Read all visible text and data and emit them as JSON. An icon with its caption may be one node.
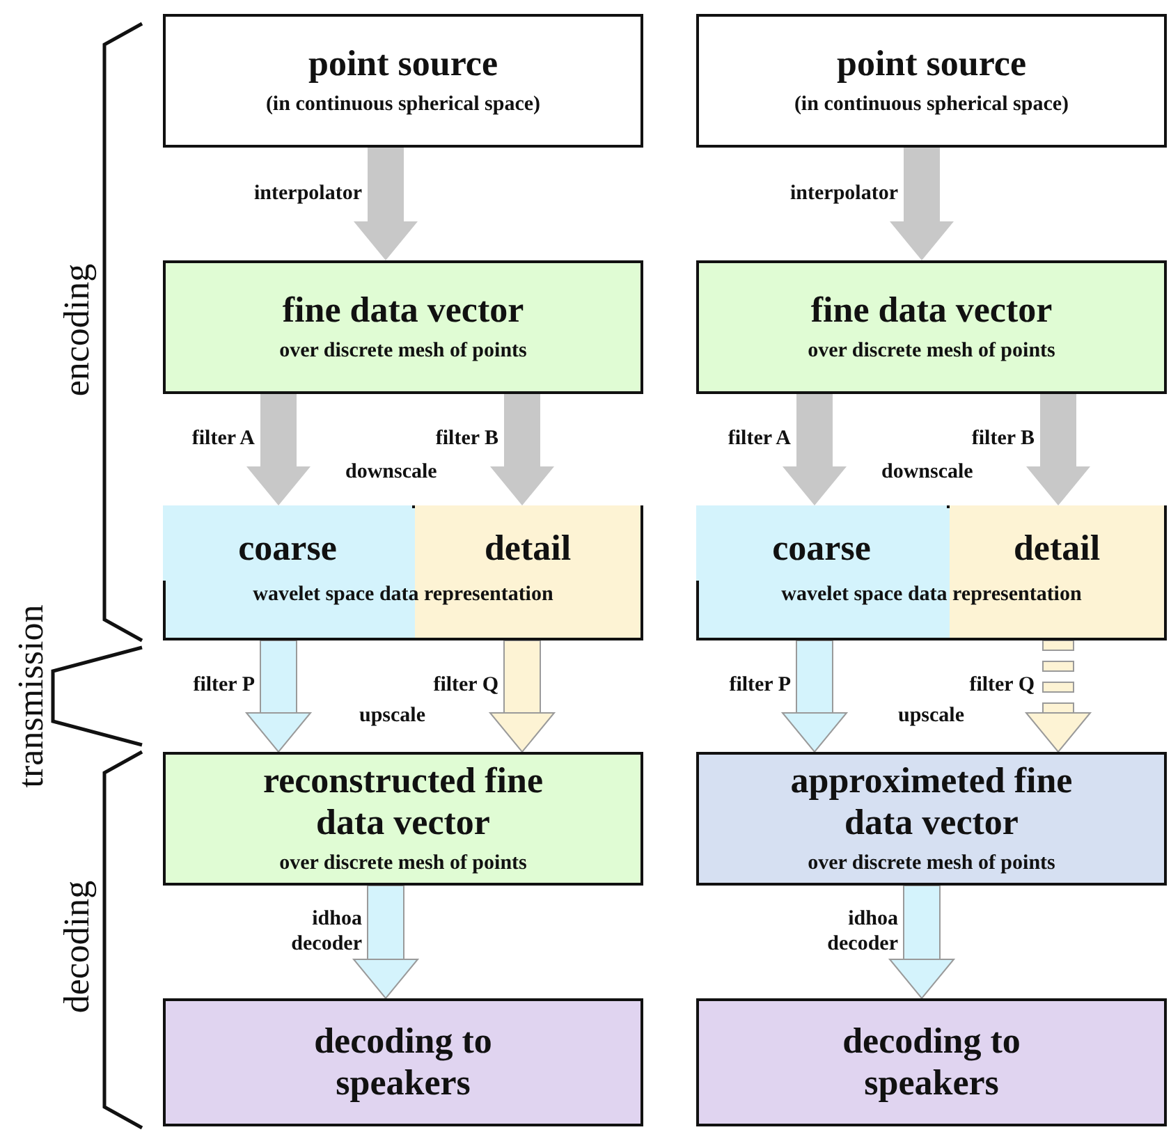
{
  "diagram": {
    "nodes": [
      {
        "text": [
          "point source",
          "(in continuous spherical space)"
        ]
      },
      {
        "text": [
          "fine data vector",
          "over discrete mesh of points"
        ]
      },
      {
        "text": [
          "wavelet space data representation"
        ]
      },
      {
        "text": [
          "coarse"
        ],
        "in": 2
      },
      {
        "text": [
          "detail"
        ],
        "in": 2
      },
      {
        "text": [
          "reconstructed fine data vector",
          "over discrete mesh of points"
        ]
      },
      {
        "text": [
          "decoding to speakers"
        ]
      },
      {
        "text": [
          "point source",
          "(in continuous spherical space)"
        ]
      },
      {
        "text": [
          "fine data vector",
          "over discrete mesh of points"
        ]
      },
      {
        "text": [
          "wavelet space data representation"
        ]
      },
      {
        "text": [
          "coarse"
        ],
        "in": 9
      },
      {
        "text": [
          "detail"
        ],
        "in": 9
      },
      {
        "text": [
          "approximeted fine data vector",
          "over discrete mesh of points"
        ]
      },
      {
        "text": [
          "decoding to speakers"
        ]
      }
    ],
    "edges": [
      {
        "from": 0,
        "to": 1,
        "arrow": "to",
        "label": "interpolator"
      },
      {
        "from": 1,
        "to": 3,
        "arrow": "to",
        "label": "filter A"
      },
      {
        "from": 1,
        "to": 4,
        "arrow": "to",
        "label": "filter B"
      },
      {
        "from": 3,
        "to": 5,
        "arrow": "to",
        "label": "filter P",
        "color": "#d4f3fc"
      },
      {
        "from": 4,
        "to": 5,
        "arrow": "to",
        "label": "filter Q",
        "color": "#fdf3d4"
      },
      {
        "from": 5,
        "to": 6,
        "arrow": "to",
        "label": "idhoa decoder",
        "color": "#d4f3fc"
      },
      {
        "from": 7,
        "to": 8,
        "arrow": "to",
        "label": "interpolator"
      },
      {
        "from": 8,
        "to": 10,
        "arrow": "to",
        "label": "filter A"
      },
      {
        "from": 8,
        "to": 11,
        "arrow": "to",
        "label": "filter B"
      },
      {
        "from": 10,
        "to": 12,
        "arrow": "to",
        "label": "filter P",
        "color": "#d4f3fc"
      },
      {
        "from": 11,
        "to": 12,
        "arrow": "to",
        "label": "filter Q",
        "color": "#fdf3d4",
        "style": "dashed"
      },
      {
        "from": 12,
        "to": 13,
        "arrow": "to",
        "label": "idhoa decoder",
        "color": "#d4f3fc"
      }
    ],
    "labels": [
      "encoding",
      "downscale",
      "downscale",
      "transmission",
      "upscale",
      "upscale",
      "decoding"
    ]
  }
}
